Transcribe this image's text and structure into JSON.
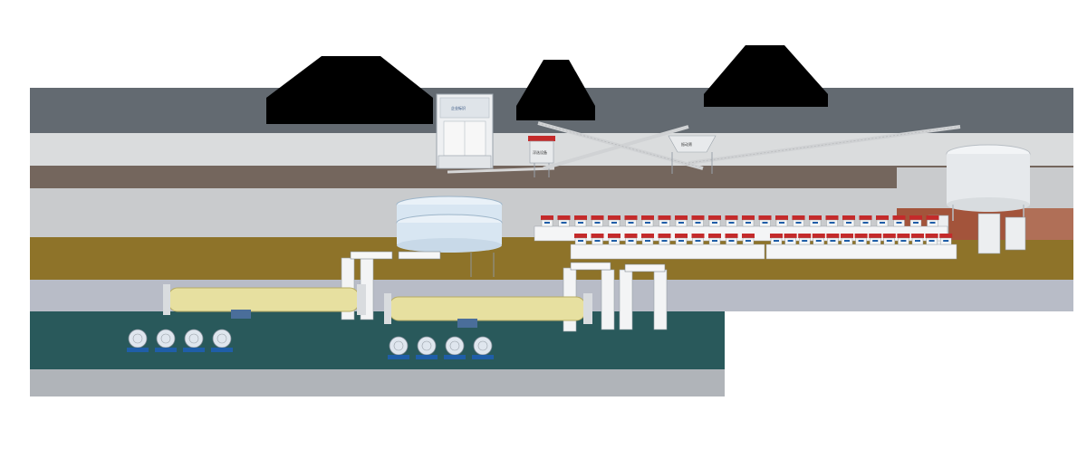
{
  "plant": {
    "building_label": "企业标识",
    "machine_label": "浮选设备",
    "screen_label": "振动筛",
    "cell_rows": [
      {
        "section": "upper",
        "count": 24
      },
      {
        "section": "lower_left",
        "count": 11
      },
      {
        "section": "lower_right",
        "count": 13
      }
    ],
    "ball_mills": 2,
    "classifier_groups": [
      4,
      4
    ]
  },
  "colors": {
    "band_slate": "#636a71",
    "band_light": "#dadcdd",
    "band_brown": "#74665d",
    "band_gray": "#c9cbcd",
    "band_olive": "#8e7329",
    "band_blue": "#b8bcc7",
    "band_teal": "#29595b",
    "band_bottom": "#b0b4b9",
    "rust": "#a3543b",
    "mill_yellow": "#e7e0a0",
    "tank_blue": "#d8e6f2",
    "pile": "#000000",
    "cell_red": "#c42a2a",
    "accent_blue": "#1f5ea8"
  }
}
